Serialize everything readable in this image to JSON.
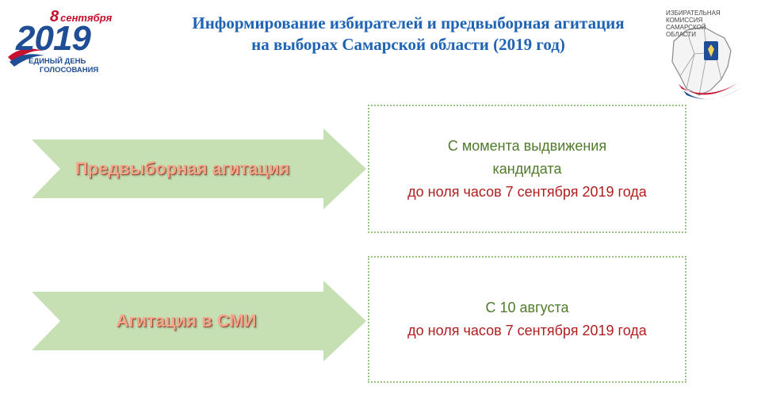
{
  "logo_left": {
    "date_day": "8",
    "date_month": "сентября",
    "year": "2019",
    "subtitle_line1": "ЕДИНЫЙ ДЕНЬ",
    "subtitle_line2": "ГОЛОСОВАНИЯ",
    "colors": {
      "blue": "#1f4e96",
      "red": "#c8102e"
    }
  },
  "header": {
    "title_line1": "Информирование избирателей и предвыборная агитация",
    "title_line2": "на выборах Самарской области (2019 год)",
    "color": "#1f64b4"
  },
  "emblem": {
    "line1": "ИЗБИРАТЕЛЬНАЯ",
    "line2": "КОМИССИЯ",
    "line3": "САМАРСКОЙ",
    "line4": "ОБЛАСТИ"
  },
  "sections": [
    {
      "arrow_label": "Предвыборная агитация",
      "period_line1": "С момента выдвижения",
      "period_line2": "кандидата",
      "period_line3": "до ноля часов 7 сентября 2019 года"
    },
    {
      "arrow_label": "Агитация в СМИ",
      "period_line1": "С 10 августа",
      "period_line2": "до ноля часов 7 сентября 2019 года"
    }
  ],
  "colors": {
    "arrow_fill": "#c6e0b4",
    "label_text": "#f3a88c",
    "period_green": "#4f7a2a",
    "period_red": "#b01e1e",
    "box_border": "#94c47d"
  }
}
